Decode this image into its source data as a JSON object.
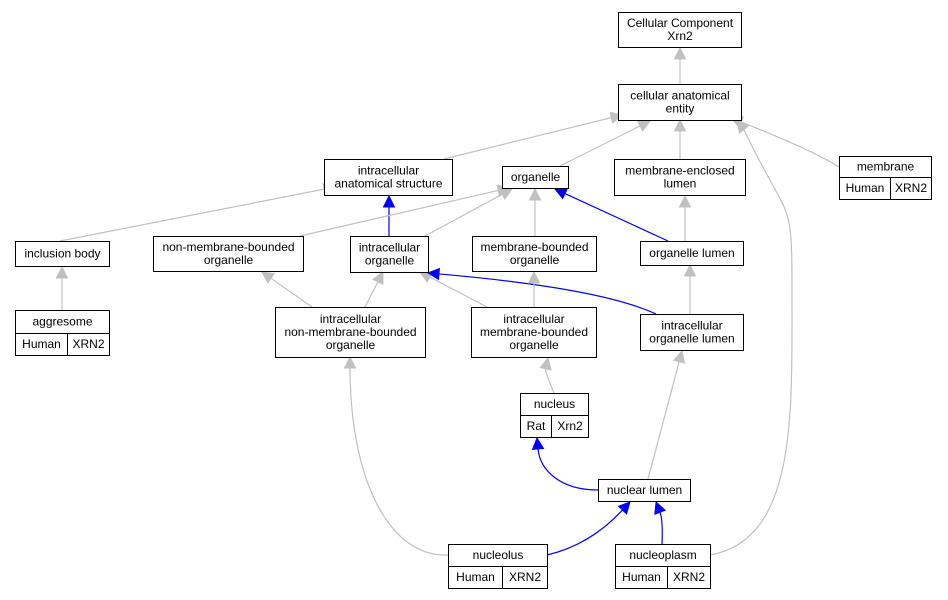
{
  "colors": {
    "human": "#f46247",
    "rat": "#ffd700",
    "is_a_edge": "#c0c0c0",
    "part_of_edge": "#0000ff"
  },
  "nodes": {
    "cellular_component_xrn2": {
      "lines": [
        "Cellular Component",
        "Xrn2"
      ]
    },
    "cellular_anatomical_entity": {
      "lines": [
        "cellular anatomical",
        "entity"
      ]
    },
    "intracellular_anatomical_structure": {
      "lines": [
        "intracellular",
        "anatomical structure"
      ]
    },
    "organelle": {
      "lines": [
        "organelle"
      ]
    },
    "membrane_enclosed_lumen": {
      "lines": [
        "membrane-enclosed",
        "lumen"
      ]
    },
    "membrane": {
      "lines": [
        "membrane"
      ],
      "species": "Human",
      "gene": "XRN2"
    },
    "inclusion_body": {
      "lines": [
        "inclusion body"
      ]
    },
    "non_membrane_bounded_organelle": {
      "lines": [
        "non-membrane-bounded",
        "organelle"
      ]
    },
    "intracellular_organelle": {
      "lines": [
        "intracellular",
        "organelle"
      ]
    },
    "membrane_bounded_organelle": {
      "lines": [
        "membrane-bounded",
        "organelle"
      ]
    },
    "organelle_lumen": {
      "lines": [
        "organelle lumen"
      ]
    },
    "aggresome": {
      "lines": [
        "aggresome"
      ],
      "species": "Human",
      "gene": "XRN2"
    },
    "intracellular_non_membrane_bounded_organelle": {
      "lines": [
        "intracellular",
        "non-membrane-bounded",
        "organelle"
      ]
    },
    "intracellular_membrane_bounded_organelle": {
      "lines": [
        "intracellular",
        "membrane-bounded",
        "organelle"
      ]
    },
    "intracellular_organelle_lumen": {
      "lines": [
        "intracellular",
        "organelle lumen"
      ]
    },
    "nucleus": {
      "lines": [
        "nucleus"
      ],
      "species": "Rat",
      "gene": "Xrn2"
    },
    "nuclear_lumen": {
      "lines": [
        "nuclear lumen"
      ]
    },
    "nucleolus": {
      "lines": [
        "nucleolus"
      ],
      "species": "Human",
      "gene": "XRN2"
    },
    "nucleoplasm": {
      "lines": [
        "nucleoplasm"
      ],
      "species": "Human",
      "gene": "XRN2"
    }
  },
  "edges": [
    {
      "from": "cellular_anatomical_entity",
      "to": "cellular_component_xrn2",
      "type": "is_a"
    },
    {
      "from": "intracellular_anatomical_structure",
      "to": "cellular_anatomical_entity",
      "type": "is_a"
    },
    {
      "from": "organelle",
      "to": "cellular_anatomical_entity",
      "type": "is_a"
    },
    {
      "from": "membrane_enclosed_lumen",
      "to": "cellular_anatomical_entity",
      "type": "is_a"
    },
    {
      "from": "membrane",
      "to": "cellular_anatomical_entity",
      "type": "is_a"
    },
    {
      "from": "nucleoplasm",
      "to": "cellular_anatomical_entity",
      "type": "is_a"
    },
    {
      "from": "inclusion_body",
      "to": "intracellular_anatomical_structure",
      "type": "is_a"
    },
    {
      "from": "intracellular_organelle",
      "to": "intracellular_anatomical_structure",
      "type": "part_of"
    },
    {
      "from": "non_membrane_bounded_organelle",
      "to": "organelle",
      "type": "is_a"
    },
    {
      "from": "intracellular_organelle",
      "to": "organelle",
      "type": "is_a"
    },
    {
      "from": "membrane_bounded_organelle",
      "to": "organelle",
      "type": "is_a"
    },
    {
      "from": "organelle_lumen",
      "to": "organelle",
      "type": "part_of"
    },
    {
      "from": "organelle_lumen",
      "to": "membrane_enclosed_lumen",
      "type": "is_a"
    },
    {
      "from": "aggresome",
      "to": "inclusion_body",
      "type": "is_a"
    },
    {
      "from": "intracellular_non_membrane_bounded_organelle",
      "to": "non_membrane_bounded_organelle",
      "type": "is_a"
    },
    {
      "from": "intracellular_non_membrane_bounded_organelle",
      "to": "intracellular_organelle",
      "type": "is_a"
    },
    {
      "from": "intracellular_membrane_bounded_organelle",
      "to": "intracellular_organelle",
      "type": "is_a"
    },
    {
      "from": "intracellular_organelle_lumen",
      "to": "intracellular_organelle",
      "type": "part_of"
    },
    {
      "from": "intracellular_membrane_bounded_organelle",
      "to": "membrane_bounded_organelle",
      "type": "is_a"
    },
    {
      "from": "intracellular_organelle_lumen",
      "to": "organelle_lumen",
      "type": "is_a"
    },
    {
      "from": "nucleus",
      "to": "intracellular_membrane_bounded_organelle",
      "type": "is_a"
    },
    {
      "from": "nucleolus",
      "to": "intracellular_non_membrane_bounded_organelle",
      "type": "is_a"
    },
    {
      "from": "nuclear_lumen",
      "to": "intracellular_organelle_lumen",
      "type": "is_a"
    },
    {
      "from": "nuclear_lumen",
      "to": "nucleus",
      "type": "part_of"
    },
    {
      "from": "nucleolus",
      "to": "nuclear_lumen",
      "type": "part_of"
    },
    {
      "from": "nucleoplasm",
      "to": "nuclear_lumen",
      "type": "part_of"
    }
  ]
}
